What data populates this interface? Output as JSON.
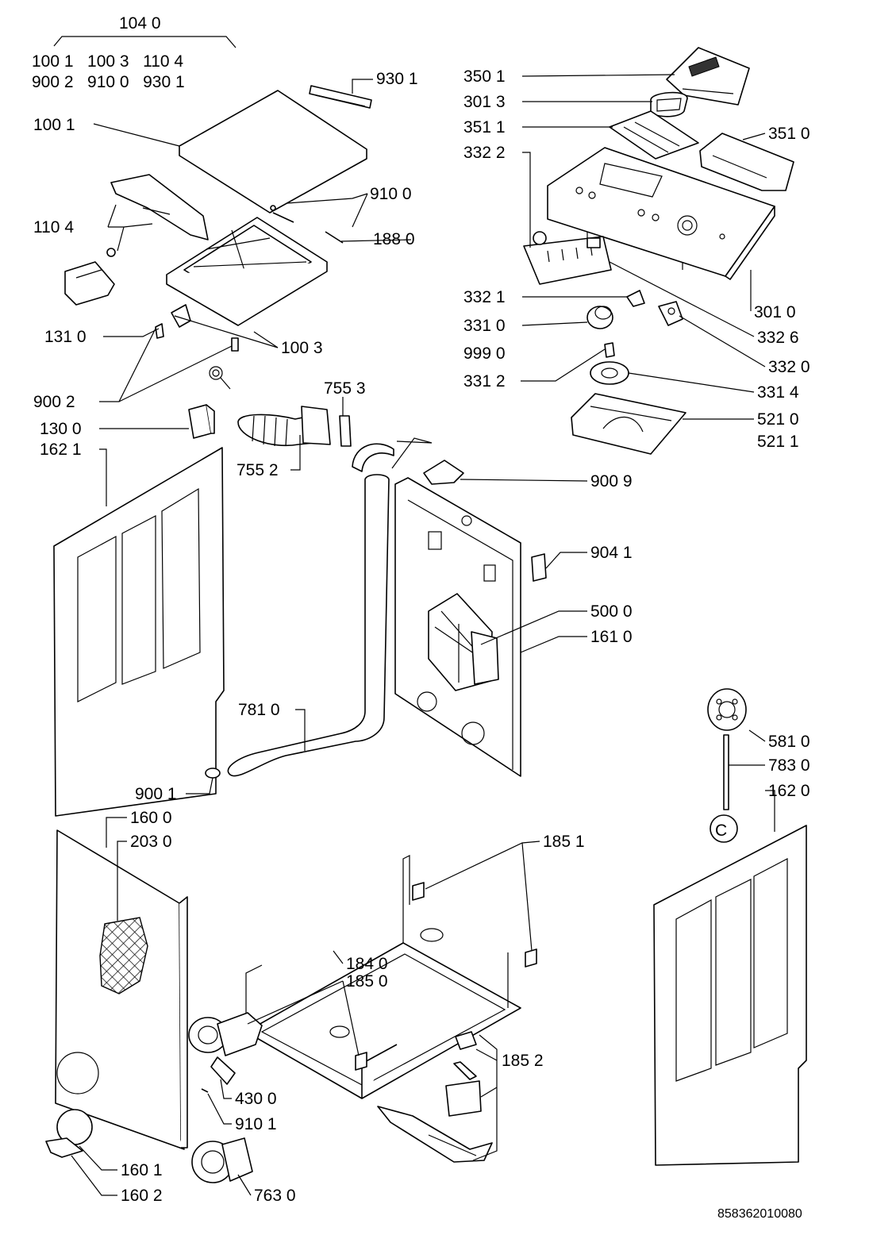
{
  "diagram": {
    "kit_label": "104 0",
    "kit_members": [
      "100 1   100 3   110 4",
      "900 2   910 0   930 1"
    ],
    "reference_number": "858362010080",
    "callout_symbol": "C"
  },
  "labels": {
    "l9301": "930 1",
    "l1001": "100 1",
    "l9100": "910 0",
    "l1880": "188 0",
    "l1104": "110 4",
    "l1310": "131 0",
    "l1003": "100 3",
    "l9002": "900 2",
    "l1300": "130 0",
    "l1621": "162 1",
    "l7553": "755 3",
    "l7552": "755 2",
    "l3501": "350 1",
    "l3013": "301 3",
    "l3511": "351 1",
    "l3510": "351 0",
    "l3322": "332 2",
    "l3321": "332 1",
    "l3310": "331 0",
    "l3010": "301 0",
    "l3326": "332 6",
    "l9990": "999 0",
    "l3320": "332 0",
    "l3312": "331 2",
    "l3314": "331 4",
    "l5210": "521 0",
    "l5211": "521 1",
    "l9009": "900 9",
    "l9041": "904 1",
    "l5000": "500 0",
    "l1610": "161 0",
    "l7810": "781 0",
    "l5810": "581 0",
    "l7830": "783 0",
    "l9001": "900 1",
    "l1620": "162 0",
    "l1600": "160 0",
    "l2030": "203 0",
    "l1851": "185 1",
    "l1840": "184 0",
    "l1850": "185 0",
    "l1852": "185 2",
    "l4300": "430 0",
    "l9101": "910 1",
    "l1601": "160 1",
    "l1602": "160 2",
    "l7630": "763 0"
  }
}
